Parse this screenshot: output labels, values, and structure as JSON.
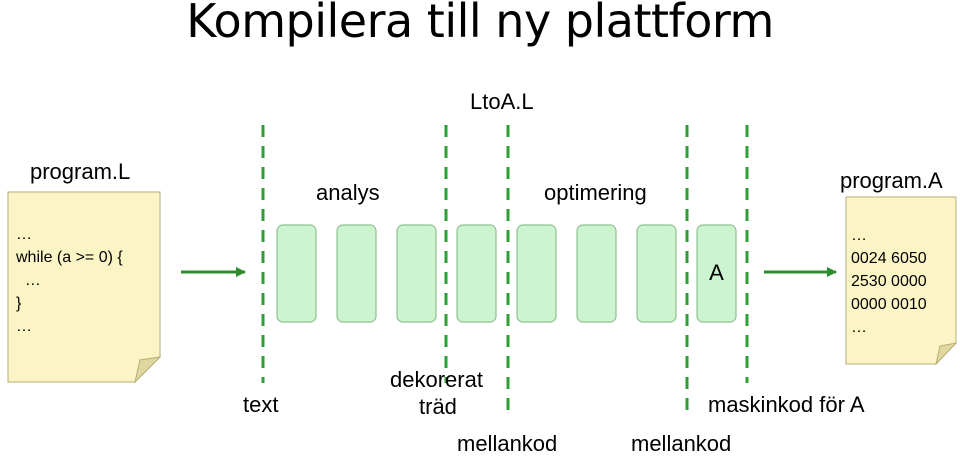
{
  "title": "Kompilera till ny plattform",
  "compiler_name": "LtoA.L",
  "source_file": {
    "name": "program.L",
    "lines": [
      "…",
      "while (a >= 0) {",
      "  …",
      "}",
      "…"
    ]
  },
  "target_file": {
    "name": "program.A",
    "lines": [
      "…",
      "0024 6050",
      "2530 0000",
      "0000 0010",
      "…"
    ]
  },
  "phase_labels": {
    "analysis": "analys",
    "optimization": "optimering"
  },
  "last_box_label": "A",
  "representations": {
    "text": "text",
    "tree_line1": "dekorerat",
    "tree_line2": "träd",
    "intermediate_1": "mellankod",
    "intermediate_2": "mellankod",
    "machine_code": "maskinkod för A"
  },
  "colors": {
    "box_fill": "#ccf5cf",
    "box_stroke": "#8fbf92",
    "divider": "#2e9e36",
    "arrow": "#2e8b2e",
    "paper": "#fbf5c6",
    "paper_stroke": "#b5ae79"
  }
}
